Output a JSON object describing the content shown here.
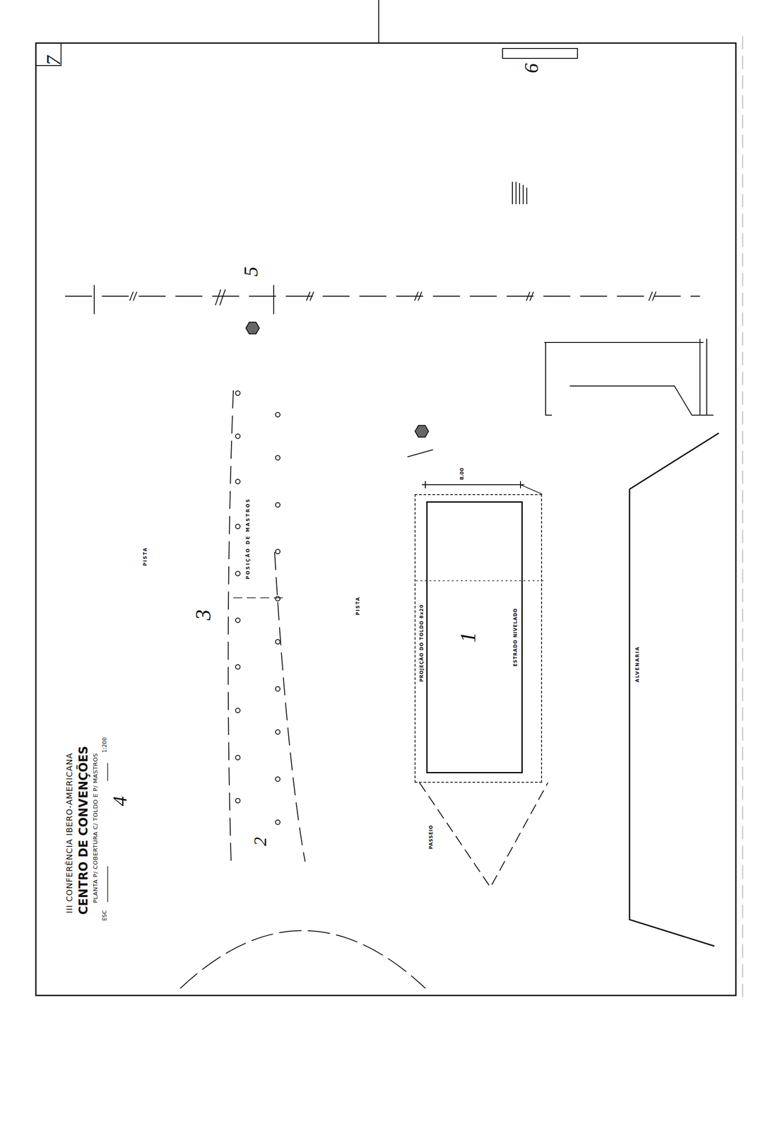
{
  "diagram": {
    "title": "CENTRO DE CONVENÇÕES",
    "nodes": [
      {
        "text": [
          "PROJEÇÃO DO TOLDO 8x20"
        ]
      },
      {
        "text": [
          "ESTRADO NIVELADO",
          "1"
        ],
        "in": 0
      }
    ],
    "labels": [
      "III CONFERÊNCIA IBERO-AMERICANA",
      "PLANTA P/ COBERTURA C/ TOLDO E P/ MASTROS",
      "ESC",
      "1:200",
      "ALVENARIA",
      "PISTA",
      "PISTA",
      "POSIÇÃO DE MASTROS",
      "PASSEIO",
      "8.00",
      "7",
      "6",
      "5",
      "3",
      "4",
      "2"
    ]
  }
}
